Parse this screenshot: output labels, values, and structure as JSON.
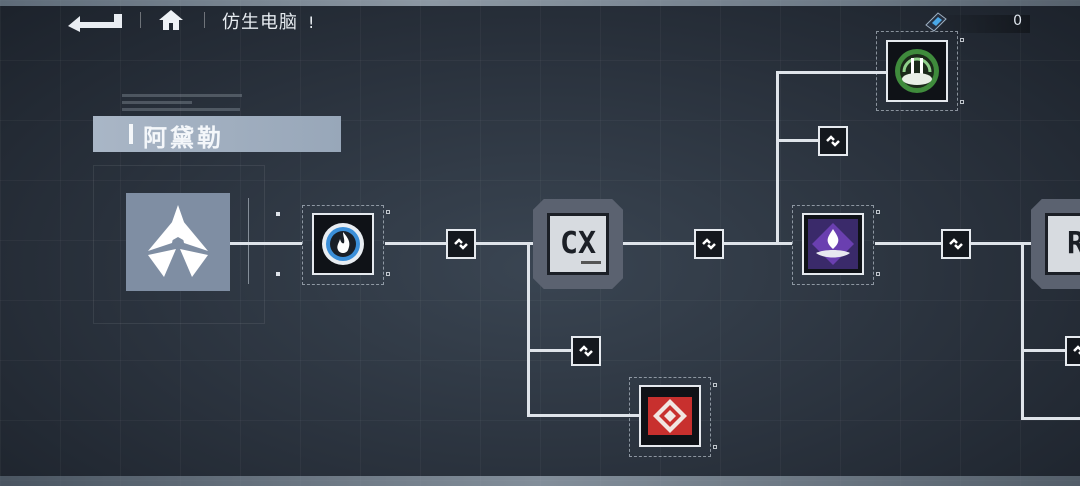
{
  "header": {
    "page_title": "仿生电脑",
    "title_suffix": "!",
    "currency_value": "0"
  },
  "character": {
    "name": "阿黛勒"
  },
  "icons": {
    "back": "back-arrow-icon",
    "home": "home-icon",
    "currency": "chip-currency-icon",
    "root": "tri-blade-emblem-icon",
    "fire": "flame-ring-icon",
    "cx": "cx-module-icon",
    "lotus": "purple-lotus-icon",
    "nature": "green-cycle-icon",
    "diamond": "red-diamond-icon",
    "link": "link-chain-icon"
  },
  "nodes": {
    "cx_label": "CX",
    "next_label": "R"
  },
  "colors": {
    "accent_blue": "#3b8fd9",
    "accent_purple": "#6a3fb0",
    "accent_green": "#4fa34a",
    "accent_red": "#c8302e"
  }
}
